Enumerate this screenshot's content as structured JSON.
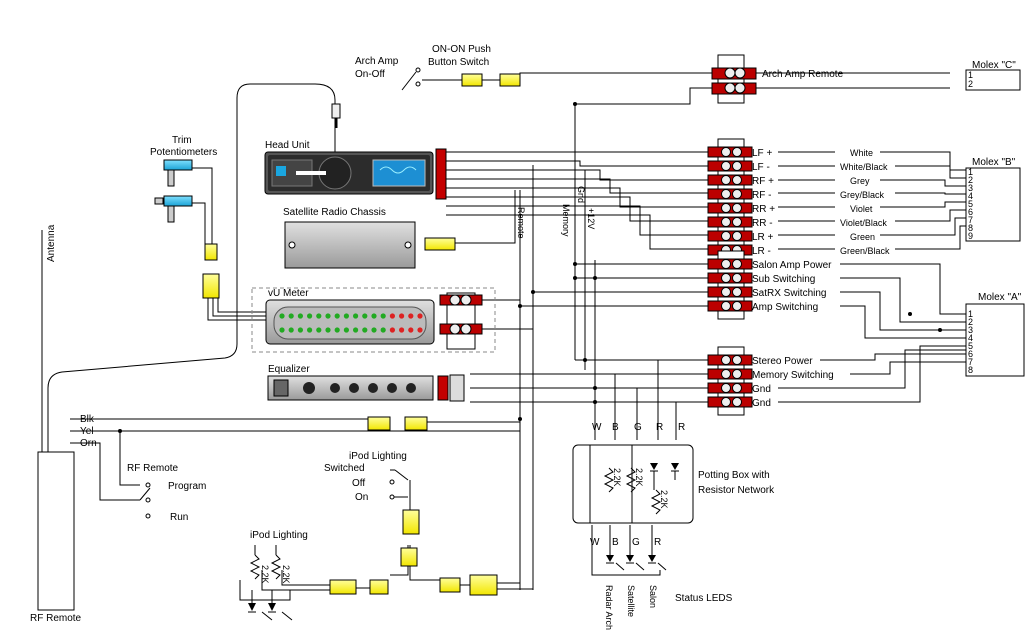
{
  "labels": {
    "arch_amp_onoff_l1": "Arch Amp",
    "arch_amp_onoff_l2": "On-Off",
    "push_switch_l1": "ON-ON Push",
    "push_switch_l2": "Button Switch",
    "arch_amp_remote": "Arch Amp Remote",
    "molex_c": "Molex \"C\"",
    "molex_b": "Molex \"B\"",
    "molex_a": "Molex \"A\"",
    "head_unit": "Head Unit",
    "trim_l1": "Trim",
    "trim_l2": "Potentiometers",
    "satellite_chassis": "Satellite Radio Chassis",
    "vu_meter": "vU Meter",
    "equalizer": "Equalizer",
    "antenna": "Antenna",
    "rf_remote": "RF Remote",
    "rf_remote_switch": "RF Remote",
    "program": "Program",
    "run": "Run",
    "blk": "Blk",
    "yel": "Yel",
    "orn": "Orn",
    "ipod_switched_l1": "iPod Lighting",
    "ipod_switched_l2": "Switched",
    "off": "Off",
    "on": "On",
    "ipod_lighting": "iPod Lighting",
    "remote_v": "Remote",
    "memory_v": "Memory",
    "gnd_v": "Gnd",
    "p12v_v": "+12V",
    "potting_l1": "Potting Box with",
    "potting_l2": "Resistor Network",
    "status_leds": "Status LEDS",
    "radar_arch": "Radar Arch",
    "satellite_v": "Satellite",
    "salon_v": "Salon",
    "res_22k": "2.2K"
  },
  "speaker_terminals": [
    "LF +",
    "LF -",
    "RF +",
    "RF -",
    "RR +",
    "RR -",
    "LR +",
    "LR -"
  ],
  "speaker_colors": [
    "White",
    "White/Black",
    "Grey",
    "Grey/Black",
    "Violet",
    "Violet/Black",
    "Green",
    "Green/Black"
  ],
  "middle_terminals": [
    "Salon Amp Power",
    "Sub Switching",
    "SatRX Switching",
    "Amp Switching"
  ],
  "lower_terminals": [
    "Stereo Power",
    "Memory Switching",
    "Gnd",
    "Gnd"
  ],
  "molex_c_pins": [
    "1",
    "2"
  ],
  "molex_b_pins": [
    "1",
    "2",
    "3",
    "4",
    "5",
    "6",
    "7",
    "8",
    "9"
  ],
  "molex_a_pins": [
    "1",
    "2",
    "3",
    "4",
    "5",
    "6",
    "7",
    "8"
  ],
  "potting_inputs": [
    "W",
    "B",
    "G",
    "R",
    "R"
  ],
  "led_inputs": [
    "W",
    "B",
    "G",
    "R"
  ]
}
